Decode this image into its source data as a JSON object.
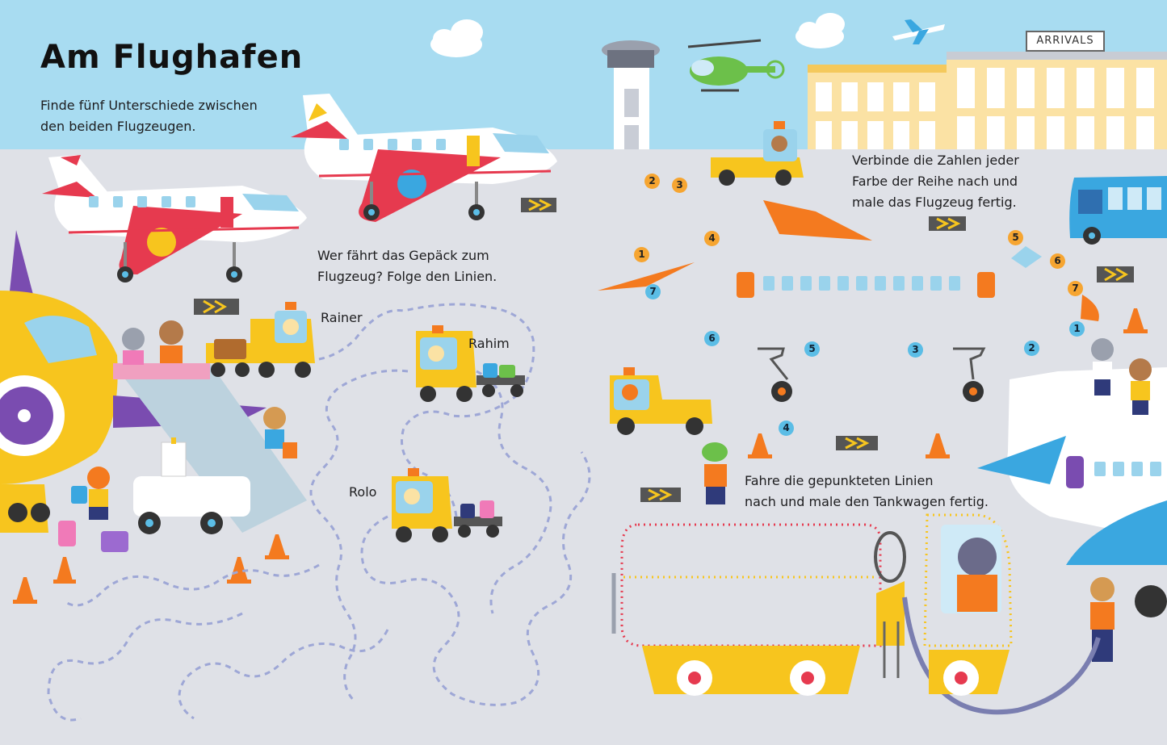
{
  "page": {
    "title": "Am Flughafen",
    "intro_line1": "Finde fünf Unterschiede zwischen",
    "intro_line2": "den beiden Flugzeugen.",
    "maze_line1": "Wer fährt das Gepäck zum",
    "maze_line2": "Flugzeug? Folge den Linien.",
    "dots_line1": "Verbinde die Zahlen jeder",
    "dots_line2": "Farbe der Reihe nach und",
    "dots_line3": "male das Flugzeug fertig.",
    "fuel_line1": "Fahre die gepunkteten Linien",
    "fuel_line2": "nach und male den Tankwagen fertig.",
    "sign": "ARRIVALS"
  },
  "drivers": {
    "rainer": "Rainer",
    "rahim": "Rahim",
    "rolo": "Rolo"
  },
  "dots_orange": [
    "1",
    "2",
    "3",
    "4",
    "5",
    "6",
    "7"
  ],
  "dots_blue": [
    "1",
    "2",
    "3",
    "4",
    "5",
    "6",
    "7"
  ],
  "colors": {
    "sky": "#a8dcf1",
    "tarmac": "#dfe1e7",
    "plane_red": "#e63a4f",
    "yellow": "#f7c51e",
    "orange": "#f47a1f",
    "blue": "#3aa7e0"
  }
}
